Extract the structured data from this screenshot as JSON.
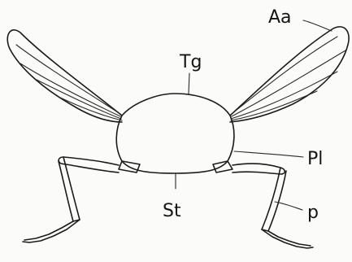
{
  "labels": {
    "wing": "Aa",
    "tergum": "Tg",
    "pleuron": "Pl",
    "sternum": "St",
    "leg": "p"
  }
}
